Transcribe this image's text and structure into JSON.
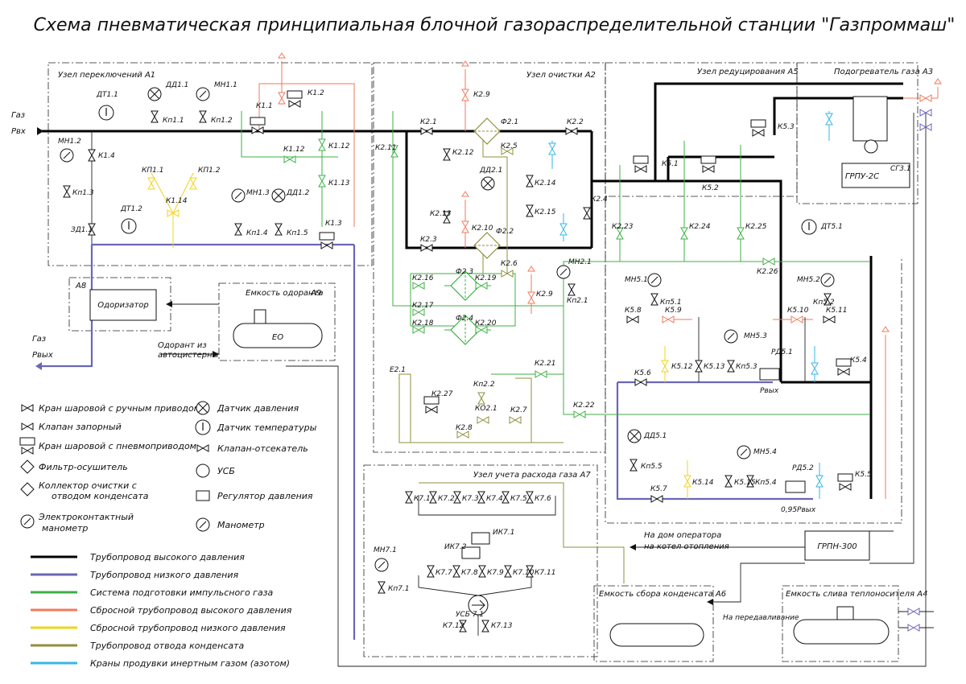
{
  "title": "Схема пневматическая принципиальная блочной газораспределительной станции \"Газпроммаш\"",
  "colors": {
    "high_pressure": "#000000",
    "low_pressure": "#6a66b8",
    "impulse_gas": "#3cb043",
    "high_relief": "#f27a5e",
    "low_relief": "#f2d31c",
    "condensate": "#8f8f3d",
    "purge": "#37b6e6"
  },
  "blocks": {
    "a1": "Узел переключений  А1",
    "a2": "Узел очистки  А2",
    "a5": "Узел редуцирования  А5",
    "a3": "Подогреватель газа  А3",
    "a8": "А8",
    "a9_title": "Емкость одоранта",
    "a9": "А9",
    "odorizer": "Одоризатор",
    "eo": "ЕО",
    "a7": "Узел учета расхода газа  А7",
    "a6": "Емкость сбора конденсата  А6",
    "a4": "Емкость слива теплоносителя  А4",
    "grpu": "ГРПУ-2С",
    "sg": "СГ3.1",
    "grpn": "ГРПН-300",
    "e21": "Е2.1",
    "usb": "УСБ 7.1"
  },
  "io": {
    "gas_in_1": "Газ",
    "gas_in_2": "Рвх",
    "gas_out_1": "Газ",
    "gas_out_2": "Рвых",
    "odorant_1": "Одорант из",
    "odorant_2": "автоцистерны",
    "operator_1": "На дом оператора",
    "operator_2": "на котел отопления",
    "reuse": "На передавливание",
    "rvyh": "Рвых",
    "rvyh95": "0,95Рвых"
  },
  "labels": [
    {
      "id": "dt11",
      "t": "ДТ1.1"
    },
    {
      "id": "dd11",
      "t": "ДД1.1"
    },
    {
      "id": "mn11",
      "t": "МН1.1"
    },
    {
      "id": "kp11",
      "t": "Кп1.1"
    },
    {
      "id": "kp12",
      "t": "Кп1.2"
    },
    {
      "id": "k11",
      "t": "К1.1"
    },
    {
      "id": "k12",
      "t": "К1.2"
    },
    {
      "id": "k112a",
      "t": "К1.12"
    },
    {
      "id": "k112b",
      "t": "К1.12"
    },
    {
      "id": "k113",
      "t": "К1.13"
    },
    {
      "id": "mn12",
      "t": "МН1.2"
    },
    {
      "id": "k14",
      "t": "К1.4"
    },
    {
      "id": "kp13",
      "t": "Кп1.3"
    },
    {
      "id": "zd11",
      "t": "ЗД1.1"
    },
    {
      "id": "dt12",
      "t": "ДТ1.2"
    },
    {
      "id": "kp111",
      "t": "КП1.1"
    },
    {
      "id": "kp112",
      "t": "КП1.2"
    },
    {
      "id": "k114",
      "t": "К1.14"
    },
    {
      "id": "mn13",
      "t": "МН1.3"
    },
    {
      "id": "dd12",
      "t": "ДД1.2"
    },
    {
      "id": "kp14",
      "t": "Кп1.4"
    },
    {
      "id": "kp15",
      "t": "Кп1.5"
    },
    {
      "id": "k13",
      "t": "К1.3"
    },
    {
      "id": "k29",
      "t": "К2.9"
    },
    {
      "id": "k21",
      "t": "К2.1"
    },
    {
      "id": "f21",
      "t": "Ф2.1"
    },
    {
      "id": "k22",
      "t": "К2.2"
    },
    {
      "id": "k211",
      "t": "К2.11"
    },
    {
      "id": "k212",
      "t": "К2.12"
    },
    {
      "id": "k25",
      "t": "К2.5"
    },
    {
      "id": "dd21",
      "t": "ДД2.1"
    },
    {
      "id": "k214",
      "t": "К2.14"
    },
    {
      "id": "k213",
      "t": "К2.13"
    },
    {
      "id": "k210",
      "t": "К2.10"
    },
    {
      "id": "f22",
      "t": "Ф2.2"
    },
    {
      "id": "k215",
      "t": "К2.15"
    },
    {
      "id": "k24",
      "t": "К2.4"
    },
    {
      "id": "k23",
      "t": "К2.3"
    },
    {
      "id": "k26",
      "t": "К2.6"
    },
    {
      "id": "mn21",
      "t": "МН2.1"
    },
    {
      "id": "k29b",
      "t": "К2.9"
    },
    {
      "id": "kp21",
      "t": "Кп2.1"
    },
    {
      "id": "k216",
      "t": "К2.16"
    },
    {
      "id": "f23",
      "t": "Ф2.3"
    },
    {
      "id": "k219",
      "t": "К2.19"
    },
    {
      "id": "k217",
      "t": "К2.17"
    },
    {
      "id": "k218",
      "t": "К2.18"
    },
    {
      "id": "f24",
      "t": "Ф2.4"
    },
    {
      "id": "k220",
      "t": "К2.20"
    },
    {
      "id": "k221",
      "t": "К2.21"
    },
    {
      "id": "k222",
      "t": "К2.22"
    },
    {
      "id": "k222b",
      "t": "Кп2.2"
    },
    {
      "id": "k227",
      "t": "К2.27"
    },
    {
      "id": "ko21",
      "t": "КО2.1"
    },
    {
      "id": "k27",
      "t": "К2.7"
    },
    {
      "id": "k28",
      "t": "К2.8"
    },
    {
      "id": "k51",
      "t": "К5.1"
    },
    {
      "id": "k52",
      "t": "К5.2"
    },
    {
      "id": "k53",
      "t": "К5.3"
    },
    {
      "id": "k223",
      "t": "К2.23"
    },
    {
      "id": "k224",
      "t": "К2.24"
    },
    {
      "id": "k225",
      "t": "К2.25"
    },
    {
      "id": "k226",
      "t": "К2.26"
    },
    {
      "id": "dt51",
      "t": "ДТ5.1"
    },
    {
      "id": "mn51",
      "t": "МН5.1"
    },
    {
      "id": "kp51",
      "t": "Кп5.1"
    },
    {
      "id": "mn52",
      "t": "МН5.2"
    },
    {
      "id": "kp52",
      "t": "Кп5.2"
    },
    {
      "id": "k58",
      "t": "К5.8"
    },
    {
      "id": "k59",
      "t": "К5.9"
    },
    {
      "id": "k510",
      "t": "К5.10"
    },
    {
      "id": "k511",
      "t": "К5.11"
    },
    {
      "id": "mn53",
      "t": "МН5.3"
    },
    {
      "id": "rd51",
      "t": "РД5.1"
    },
    {
      "id": "k512",
      "t": "К5.12"
    },
    {
      "id": "k513",
      "t": "К5.13"
    },
    {
      "id": "kp53",
      "t": "Кп5.3"
    },
    {
      "id": "k56",
      "t": "К5.6"
    },
    {
      "id": "k54",
      "t": "К5.4"
    },
    {
      "id": "dd51",
      "t": "ДД5.1"
    },
    {
      "id": "kp55",
      "t": "Кп5.5"
    },
    {
      "id": "mn54",
      "t": "МН5.4"
    },
    {
      "id": "rd52",
      "t": "РД5.2"
    },
    {
      "id": "k514",
      "t": "К5.14"
    },
    {
      "id": "k515",
      "t": "К5.15"
    },
    {
      "id": "kp54",
      "t": "Кп5.4"
    },
    {
      "id": "k57",
      "t": "К5.7"
    },
    {
      "id": "k55",
      "t": "К5.5"
    },
    {
      "id": "k71",
      "t": "К7.1"
    },
    {
      "id": "k72",
      "t": "К7.2"
    },
    {
      "id": "k73",
      "t": "К7.3"
    },
    {
      "id": "k74",
      "t": "К7.4"
    },
    {
      "id": "k75",
      "t": "К7.5"
    },
    {
      "id": "k76",
      "t": "К7.6"
    },
    {
      "id": "ik71",
      "t": "ИК7.1"
    },
    {
      "id": "ik72",
      "t": "ИК7.2"
    },
    {
      "id": "mn71",
      "t": "МН7.1"
    },
    {
      "id": "kp71",
      "t": "Кп7.1"
    },
    {
      "id": "k77",
      "t": "К7.7"
    },
    {
      "id": "k78",
      "t": "К7.8"
    },
    {
      "id": "k79",
      "t": "К7.9"
    },
    {
      "id": "k710",
      "t": "К7.10"
    },
    {
      "id": "k711",
      "t": "К7.11"
    },
    {
      "id": "k712",
      "t": "К7.12"
    },
    {
      "id": "k713",
      "t": "К7.13"
    }
  ],
  "legend_symbols": [
    {
      "icon": "ball-valve-manual",
      "text": "Кран шаровой с ручным приводом"
    },
    {
      "icon": "shutoff-valve",
      "text": "Клапан запорный"
    },
    {
      "icon": "ball-valve-pneumatic",
      "text": "Кран шаровой с пневмоприводом"
    },
    {
      "icon": "filter-dryer",
      "text": "Фильтр-осушитель"
    },
    {
      "icon": "condensate-collector",
      "text": "Коллектор очистки с",
      "text2": "отводом конденсата"
    },
    {
      "icon": "contact-gauge",
      "text": "Электроконтактный",
      "text2": "манометр"
    },
    {
      "icon": "pressure-sensor",
      "text": "Датчик давления"
    },
    {
      "icon": "temperature-sensor",
      "text": "Датчик температуры"
    },
    {
      "icon": "cutoff-valve",
      "text": "Клапан-отсекатель"
    },
    {
      "icon": "usb-meter",
      "text": "УСБ"
    },
    {
      "icon": "pressure-regulator",
      "text": "Регулятор давления"
    },
    {
      "icon": "manometer",
      "text": "Манометр"
    }
  ],
  "legend_lines": [
    {
      "color": "#000000",
      "text": "Трубопровод высокого давления"
    },
    {
      "color": "#6a66b8",
      "text": "Трубопровод низкого давления"
    },
    {
      "color": "#3cb043",
      "text": "Система подготовки импульсного газа"
    },
    {
      "color": "#f27a5e",
      "text": "Сбросной трубопровод высокого давления"
    },
    {
      "color": "#f2d31c",
      "text": "Сбросной трубопровод низкого давления"
    },
    {
      "color": "#8f8f3d",
      "text": "Трубопровод отвода конденсата"
    },
    {
      "color": "#37b6e6",
      "text": "Краны продувки инертным газом (азотом)"
    }
  ]
}
